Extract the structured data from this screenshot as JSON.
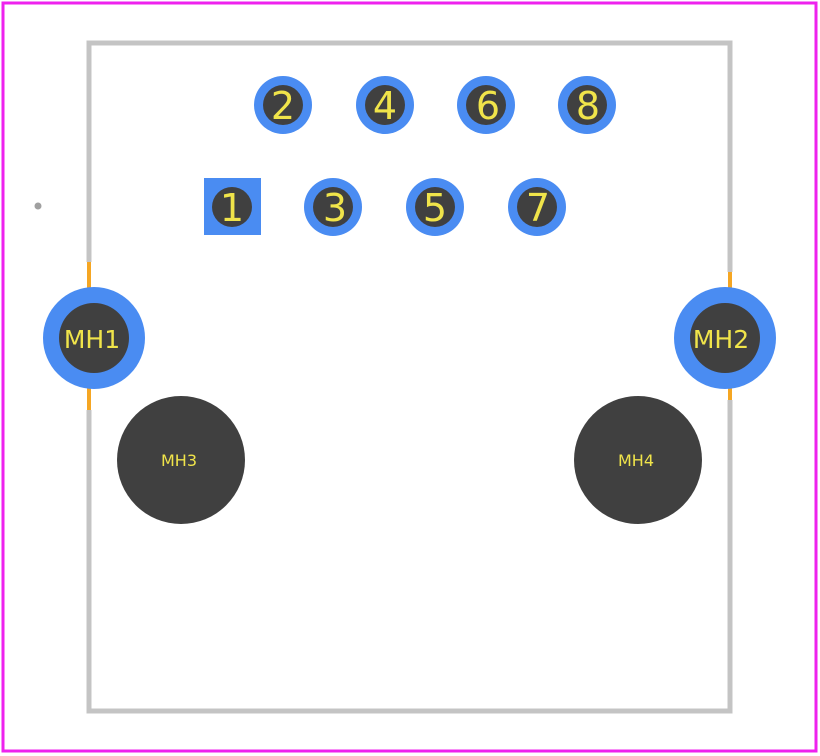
{
  "colors": {
    "board_outline": "#ee22ee",
    "silkscreen": "#c4c4c4",
    "pad_copper": "#4a8cf2",
    "drill_hole": "#404040",
    "label_text": "#f0e44a",
    "keepout_line": "#f5a623",
    "origin_dot": "#a0a0a0"
  },
  "footprint": {
    "pins": [
      {
        "label": "1",
        "shape": "square"
      },
      {
        "label": "2",
        "shape": "round"
      },
      {
        "label": "3",
        "shape": "round"
      },
      {
        "label": "4",
        "shape": "round"
      },
      {
        "label": "5",
        "shape": "round"
      },
      {
        "label": "6",
        "shape": "round"
      },
      {
        "label": "7",
        "shape": "round"
      },
      {
        "label": "8",
        "shape": "round"
      }
    ],
    "mounting_holes": [
      {
        "label": "MH1",
        "plated": true
      },
      {
        "label": "MH2",
        "plated": true
      },
      {
        "label": "MH3",
        "plated": false
      },
      {
        "label": "MH4",
        "plated": false
      }
    ]
  }
}
